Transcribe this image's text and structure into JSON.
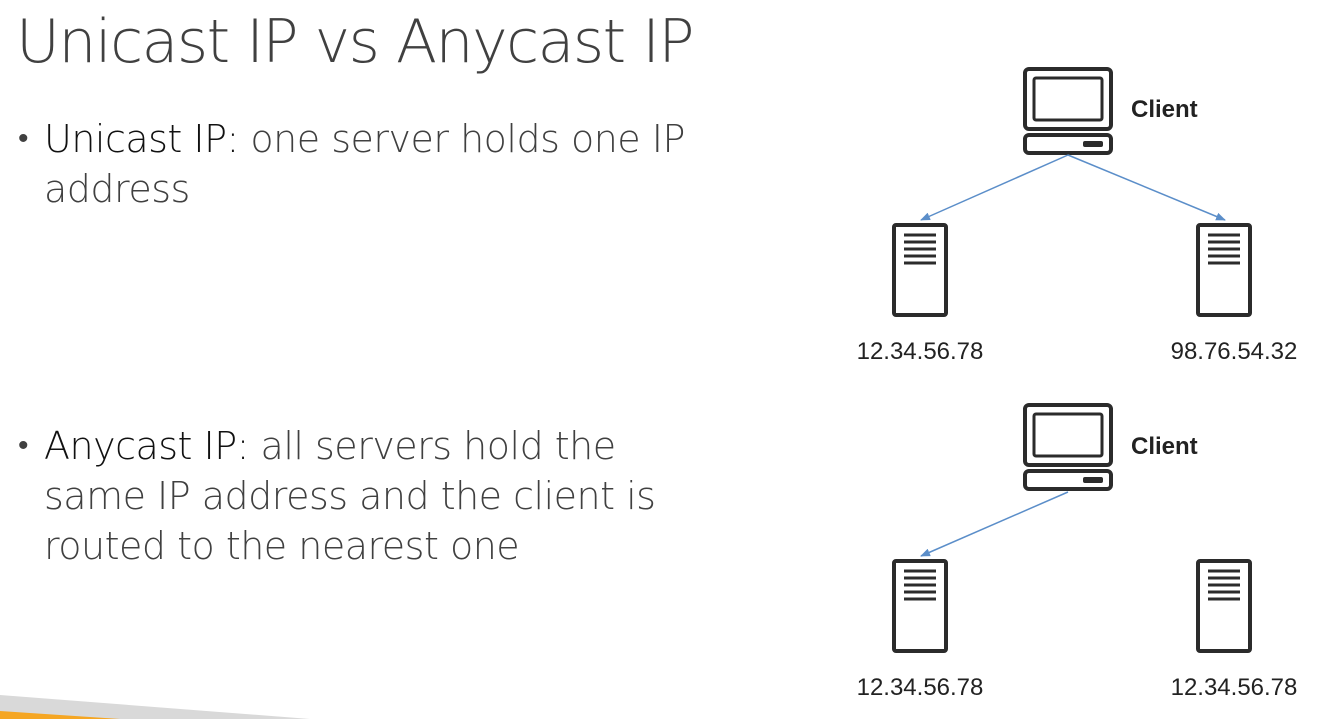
{
  "title": "Unicast IP vs Anycast IP",
  "bullets": [
    {
      "term": "Unicast IP:",
      "description": " one server holds one IP address"
    },
    {
      "term": "Anycast IP:",
      "description": " all servers hold the same IP address and the client is routed to the nearest one"
    }
  ],
  "unicast_diagram": {
    "client_label": "Client",
    "servers": [
      {
        "ip": "12.34.56.78"
      },
      {
        "ip": "98.76.54.32"
      }
    ],
    "icons": [
      "computer-icon",
      "server-icon",
      "server-icon"
    ]
  },
  "anycast_diagram": {
    "client_label": "Client",
    "servers": [
      {
        "ip": "12.34.56.78"
      },
      {
        "ip": "12.34.56.78"
      }
    ],
    "icons": [
      "computer-icon",
      "server-icon",
      "server-icon"
    ]
  },
  "colors": {
    "arrow": "#5b8ec9",
    "icon_stroke": "#2b2b2b",
    "footer_accent": "#f5a623",
    "footer_gray": "#d9d9d9"
  }
}
